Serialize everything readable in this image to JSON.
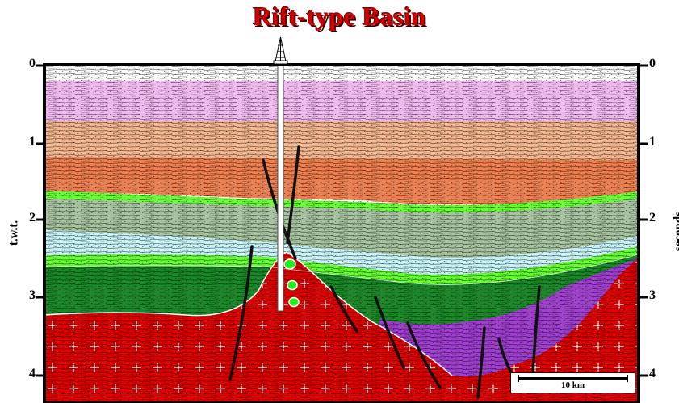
{
  "title": "Rift-type Basin",
  "left_axis": {
    "label": "t.w.t.",
    "ticks": [
      "0",
      "1",
      "2",
      "3",
      "4"
    ]
  },
  "right_axis": {
    "label": "seconds",
    "ticks": [
      "0",
      "1",
      "2",
      "3",
      "4"
    ]
  },
  "scale_bar": {
    "label": "10 km"
  },
  "colors": {
    "title": "#d40000",
    "pink_layer": "#f2b8f0",
    "peach_layer": "#f5b890",
    "orange_layer": "#f08050",
    "light_green_marker": "#66ff33",
    "grey_green_layer": "#a7c3a0",
    "light_cyan_layer": "#c8f4f8",
    "dark_green_layer": "#1a8a28",
    "purple_layer": "#a040d0",
    "red_basement": "#e00000",
    "well": "#ffffff",
    "hydrocarbon": "#22ee22"
  },
  "icons": [
    "drilling-rig-icon"
  ]
}
